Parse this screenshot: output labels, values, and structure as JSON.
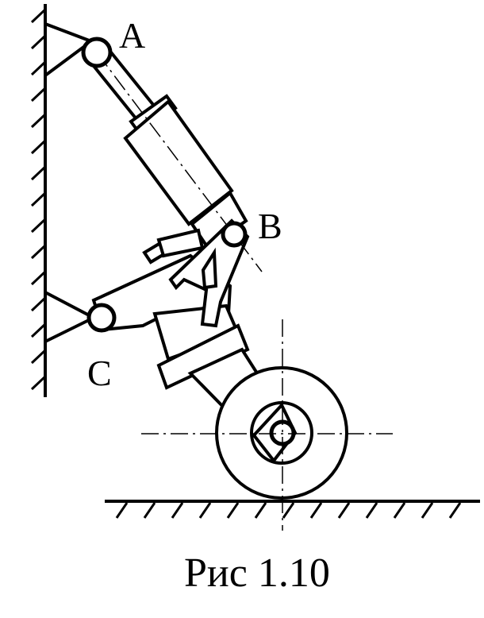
{
  "diagram": {
    "labels": {
      "a": "A",
      "b": "B",
      "c": "C"
    },
    "caption": "Рис 1.10",
    "colors": {
      "ink": "#000000",
      "paper": "#ffffff"
    }
  }
}
